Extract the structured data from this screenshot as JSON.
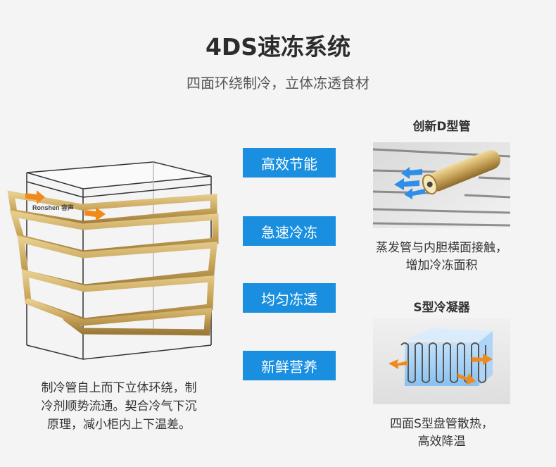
{
  "header": {
    "title": "4DS速冻系统",
    "subtitle": "四面环绕制冷，立体冻透食材"
  },
  "features": [
    "高效节能",
    "急速冷冻",
    "均匀冻透",
    "新鲜营养"
  ],
  "left_panel": {
    "brand": "Ronshen 容声",
    "caption_line1": "制冷管自上而下立体环绕，制",
    "caption_line2": "冷剂顺势流通。契合冷气下沉",
    "caption_line3": "原理，减小柜内上下温差。"
  },
  "d_tube": {
    "title": "创新D型管",
    "caption_line1": "蒸发管与内胆横面接触，",
    "caption_line2": "增加冷冻面积"
  },
  "s_condenser": {
    "title": "S型冷凝器",
    "caption_line1": "四面S型盘管散热，",
    "caption_line2": "高效降温"
  },
  "colors": {
    "accent_blue": "#1a8fe0",
    "tube_gold": "#c9a55a",
    "arrow_orange": "#f08a1c",
    "arrow_blue": "#2e8ee8"
  }
}
